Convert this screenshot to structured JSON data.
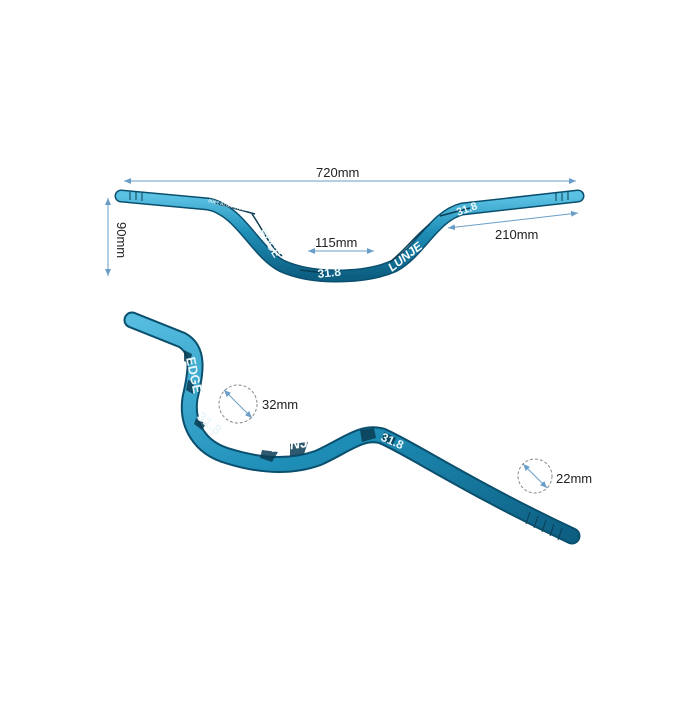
{
  "dimensions": {
    "width_label": "720mm",
    "rise_label": "90mm",
    "center_label": "115mm",
    "grip_label": "210mm",
    "clamp_label": "32mm",
    "grip_diameter_label": "22mm"
  },
  "product": {
    "brand_text": "LUNJE",
    "clamp_text": "31.8",
    "graphic_text": "EDGE",
    "material_text": "6061 ALUMINUM"
  },
  "colors": {
    "bar_main": "#1f8fb8",
    "bar_dark": "#0d5f82",
    "bar_light": "#5cc2e4",
    "dimension_line": "#6a9ec8",
    "circle_dash": "#8a8a8a"
  }
}
